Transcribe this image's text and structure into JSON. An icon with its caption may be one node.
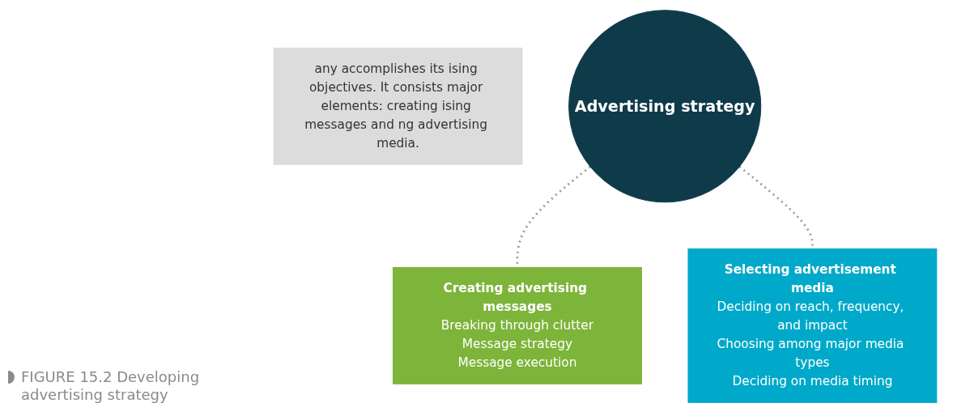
{
  "diagram": {
    "caption": "FIGURE 15.2 Developing advertising strategy",
    "nodes": [
      {
        "text": [
          "any accomplishes its ising objectives. It consists major elements: creating ising messages and ng advertising media."
        ]
      },
      {
        "text": [
          "Advertising strategy"
        ]
      },
      {
        "text": [
          "Creating advertising messages",
          "Breaking through clutter",
          "Message strategy",
          "Message execution"
        ]
      },
      {
        "text": [
          "Selecting advertisement media",
          "Deciding on reach, frequency, and impact",
          "Choosing among major media types",
          "Deciding on media timing"
        ]
      }
    ],
    "edges": [
      {
        "from": 1,
        "to": 2,
        "arrow": "none",
        "style": "dashed"
      },
      {
        "from": 1,
        "to": 3,
        "arrow": "none",
        "style": "dashed"
      }
    ]
  }
}
